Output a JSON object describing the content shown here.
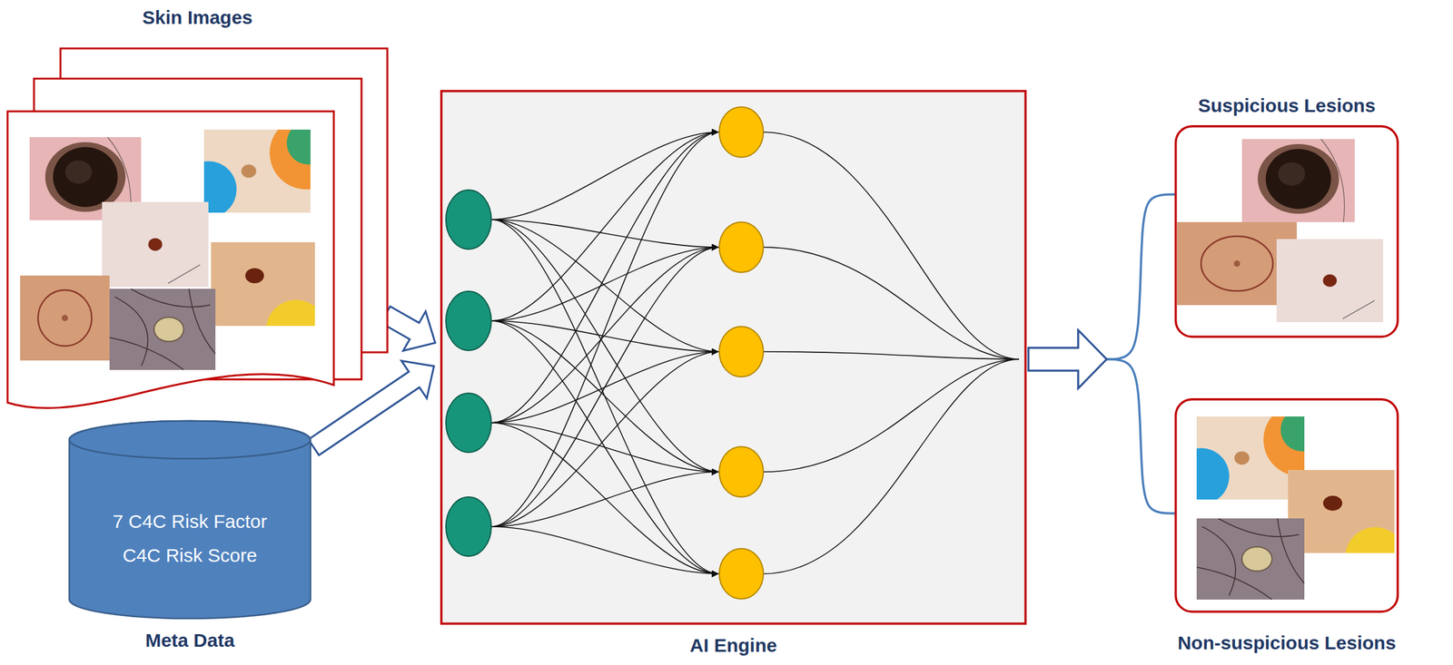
{
  "diagram": {
    "nodes": [
      {
        "text": [
          "Skin Images"
        ]
      },
      {
        "text": [
          "7 C4C Risk Factor",
          "C4C Risk Score",
          "Meta Data"
        ]
      },
      {
        "text": [
          "AI Engine"
        ]
      },
      {
        "text": [
          "Suspicious Lesions"
        ]
      },
      {
        "text": [
          "Non-suspicious Lesions"
        ]
      }
    ],
    "edges": [
      {
        "from": 0,
        "to": 2,
        "arrow": "to"
      },
      {
        "from": 1,
        "to": 2,
        "arrow": "to"
      },
      {
        "from": 2,
        "to": 3,
        "arrow": "to"
      },
      {
        "from": 2,
        "to": 4,
        "arrow": "to"
      }
    ]
  }
}
